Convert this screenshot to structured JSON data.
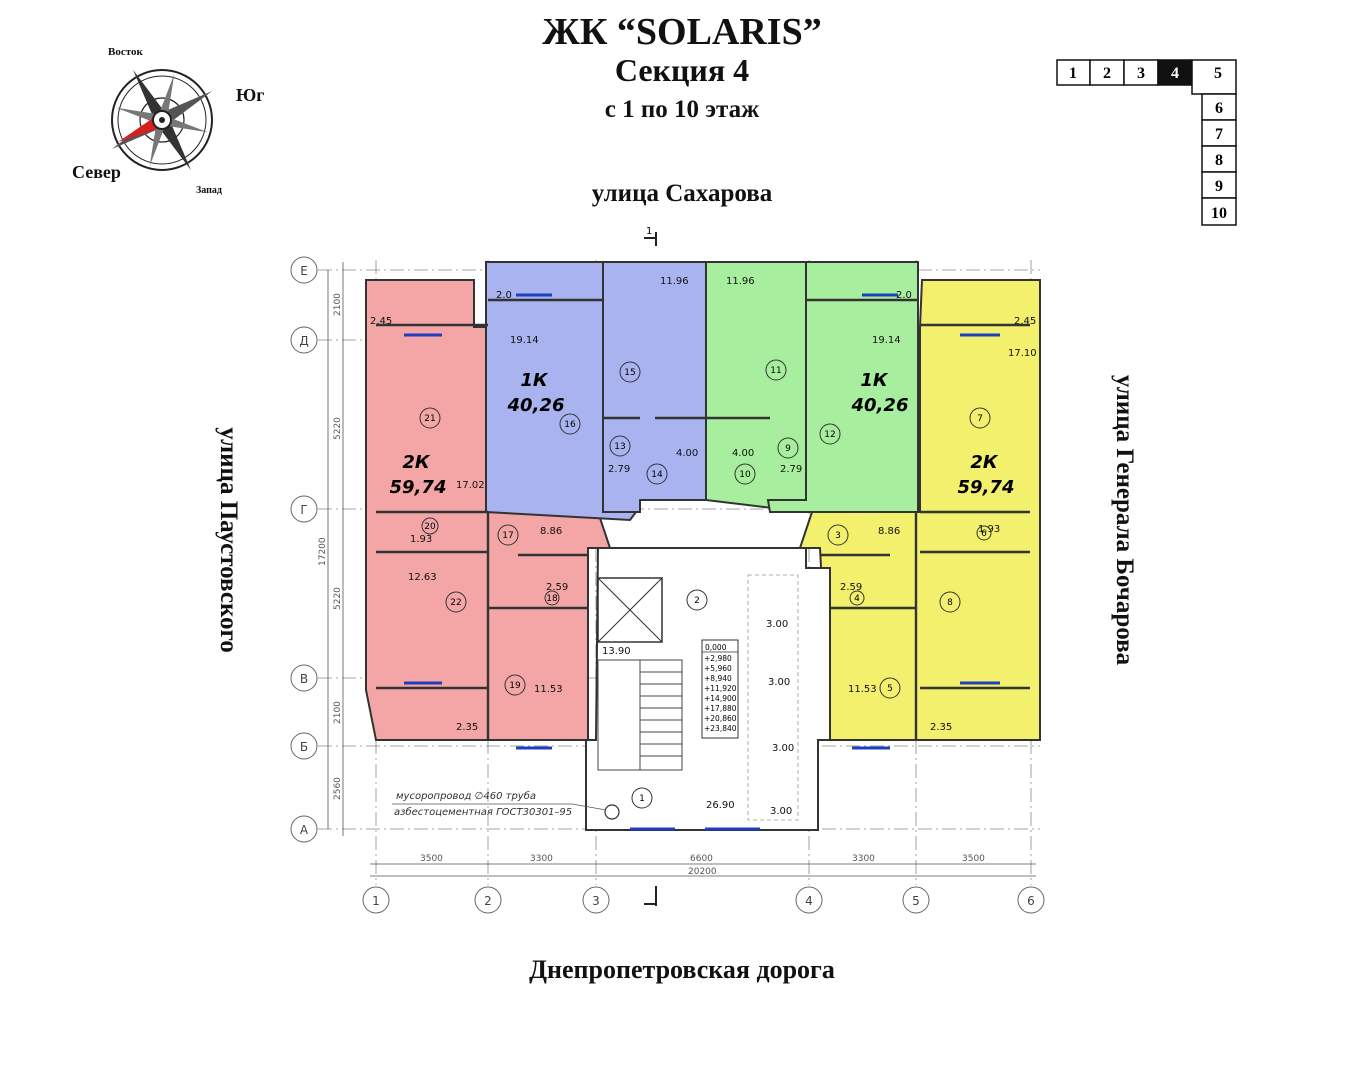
{
  "header": {
    "complex": "ЖК “SOLARIS”",
    "section": "Секция 4",
    "floors": "с 1 по 10 этаж"
  },
  "compass": {
    "east": "Восток",
    "south": "Юг",
    "north": "Север",
    "west": "Запад"
  },
  "sections_nav": {
    "row": [
      "1",
      "2",
      "3",
      "4",
      "5"
    ],
    "column": [
      "6",
      "7",
      "8",
      "9",
      "10"
    ],
    "active": "4"
  },
  "streets": {
    "top": "улица Сахарова",
    "left": "улица Паустовского",
    "right": "улица Генерала Бочарова",
    "bottom": "Днепропетровская дорога"
  },
  "colors": {
    "pink": "#f4a6a6",
    "blue": "#a9b3ef",
    "green": "#a7ef9e",
    "yellow": "#f2f06c",
    "accent": "#1f3fbf"
  },
  "apartments": [
    {
      "label": "2К",
      "area": "59,74"
    },
    {
      "label": "1К",
      "area": "40,26"
    },
    {
      "label": "1К",
      "area": "40,26"
    },
    {
      "label": "2К",
      "area": "59,74"
    }
  ],
  "room_areas": [
    "2.45",
    "17.02",
    "1.93",
    "12.63",
    "2.35",
    "8.86",
    "2.59",
    "11.53",
    "2.0",
    "19.14",
    "11.96",
    "2.79",
    "4.00",
    "11.96",
    "2.79",
    "4.00",
    "2.0",
    "19.14",
    "2.45",
    "17.10",
    "1.93",
    "8.86",
    "2.59",
    "11.53",
    "2.35",
    "13.90",
    "3.00",
    "3.00",
    "3.00",
    "3.00",
    "26.90"
  ],
  "room_numbers": [
    "21",
    "20",
    "22",
    "17",
    "18",
    "19",
    "16",
    "15",
    "13",
    "14",
    "11",
    "10",
    "9",
    "12",
    "7",
    "6",
    "8",
    "3",
    "4",
    "5",
    "2",
    "1"
  ],
  "elevations": [
    "0,000",
    "+2,980",
    "+5,960",
    "+8,940",
    "+11,920",
    "+14,900",
    "+17,880",
    "+20,860",
    "+23,840"
  ],
  "chute_note": [
    "мусоропровод ∅460 труба",
    "азбестоцементная ГОСТ30301–95"
  ],
  "axes_rows": [
    "Е",
    "Д",
    "Г",
    "В",
    "Б",
    "А"
  ],
  "axes_cols": [
    "1",
    "2",
    "3",
    "4",
    "5",
    "6"
  ],
  "dims_vertical": [
    "2100",
    "5220",
    "5220",
    "2100",
    "2560"
  ],
  "dim_vertical_total": "17200",
  "dims_horizontal": [
    "3500",
    "3300",
    "6600",
    "3300",
    "3500"
  ],
  "dim_horizontal_total": "20200",
  "section_mark": "1"
}
